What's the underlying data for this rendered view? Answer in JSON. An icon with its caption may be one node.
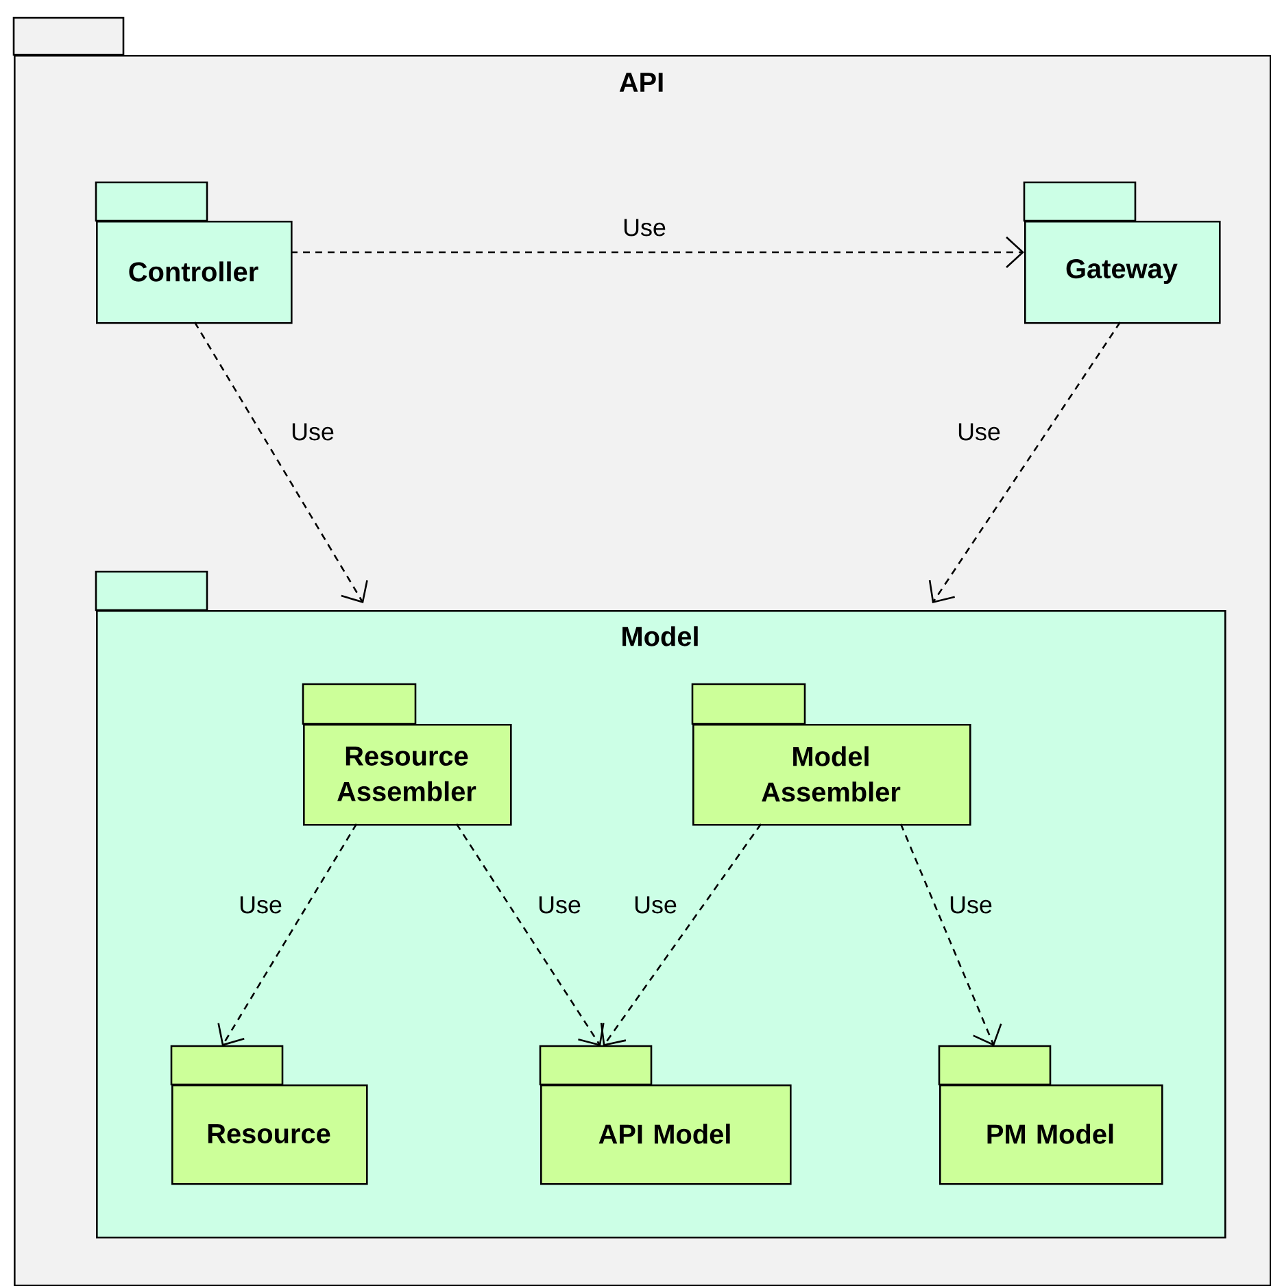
{
  "diagram": {
    "nodes": [
      {
        "text": [
          "API"
        ]
      },
      {
        "text": [
          "Controller"
        ],
        "in": 0
      },
      {
        "text": [
          "Gateway"
        ],
        "in": 0
      },
      {
        "text": [
          "Model"
        ],
        "in": 0
      },
      {
        "text": [
          "Resource Assembler"
        ],
        "in": 3
      },
      {
        "text": [
          "Model Assembler"
        ],
        "in": 3
      },
      {
        "text": [
          "Resource"
        ],
        "in": 3
      },
      {
        "text": [
          "API Model"
        ],
        "in": 3
      },
      {
        "text": [
          "PM Model"
        ],
        "in": 3
      }
    ],
    "edges": [
      {
        "from": 1,
        "to": 2,
        "arrow": "to",
        "style": "dashed",
        "label": "Use"
      },
      {
        "from": 1,
        "to": 3,
        "arrow": "to",
        "style": "dashed",
        "label": "Use"
      },
      {
        "from": 2,
        "to": 3,
        "arrow": "to",
        "style": "dashed",
        "label": "Use"
      },
      {
        "from": 4,
        "to": 6,
        "arrow": "to",
        "style": "dashed",
        "label": "Use"
      },
      {
        "from": 4,
        "to": 7,
        "arrow": "to",
        "style": "dashed",
        "label": "Use"
      },
      {
        "from": 5,
        "to": 7,
        "arrow": "to",
        "style": "dashed",
        "label": "Use"
      },
      {
        "from": 5,
        "to": 8,
        "arrow": "to",
        "style": "dashed",
        "label": "Use"
      }
    ]
  }
}
